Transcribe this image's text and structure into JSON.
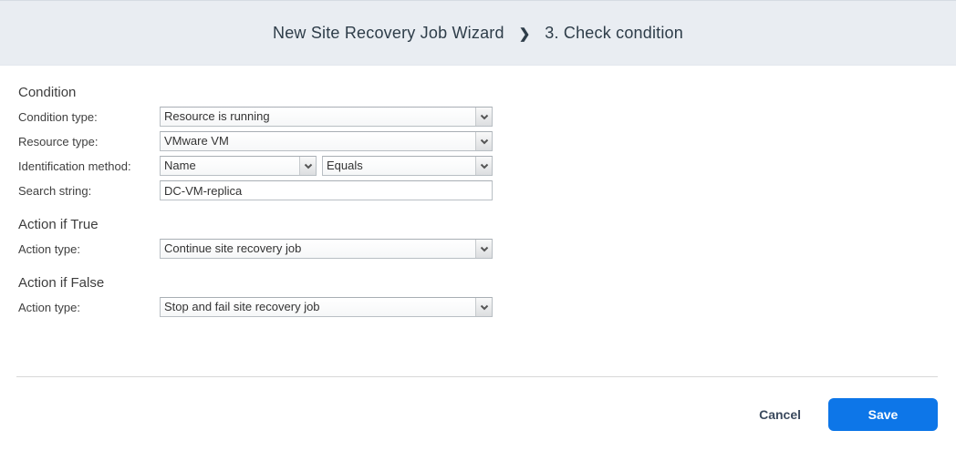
{
  "header": {
    "wizard_title": "New Site Recovery Job Wizard",
    "separator": "❯",
    "step_title": "3. Check condition"
  },
  "condition": {
    "heading": "Condition",
    "condition_type_label": "Condition type:",
    "condition_type_value": "Resource is running",
    "resource_type_label": "Resource type:",
    "resource_type_value": "VMware VM",
    "identification_label": "Identification method:",
    "identification_method_value": "Name",
    "identification_operator_value": "Equals",
    "search_label": "Search string:",
    "search_value": "DC-VM-replica"
  },
  "action_if_true": {
    "heading": "Action if True",
    "action_type_label": "Action type:",
    "action_type_value": "Continue site recovery job"
  },
  "action_if_false": {
    "heading": "Action if False",
    "action_type_label": "Action type:",
    "action_type_value": "Stop and fail site recovery job"
  },
  "footer": {
    "cancel_label": "Cancel",
    "save_label": "Save"
  },
  "colors": {
    "accent_blue": "#0d76e8",
    "header_bg": "#e9edf2",
    "divider": "#d8d8d8"
  },
  "icons": {
    "dropdown_arrow": "chevron-down"
  }
}
